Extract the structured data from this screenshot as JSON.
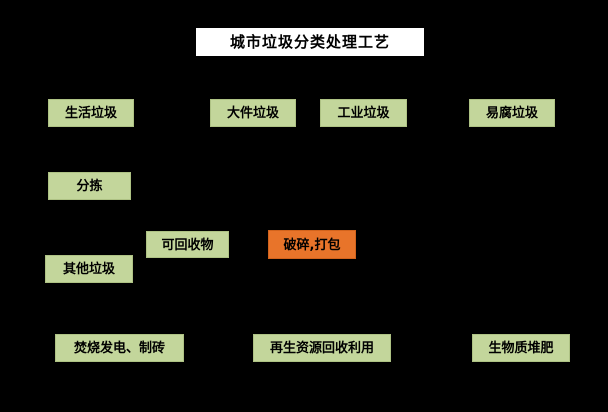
{
  "title": "城市垃圾分类处理工艺",
  "colors": {
    "background": "#000000",
    "title_background": "#ffffff",
    "node_green": "#c3d69b",
    "node_orange": "#e8742a",
    "text": "#000000"
  },
  "nodes": [
    {
      "label": "生活垃圾"
    },
    {
      "label": "大件垃圾"
    },
    {
      "label": "工业垃圾"
    },
    {
      "label": "易腐垃圾"
    },
    {
      "label": "分拣"
    },
    {
      "label": "可回收物"
    },
    {
      "label": "破碎,打包"
    },
    {
      "label": "其他垃圾"
    },
    {
      "label": "焚烧发电、制砖"
    },
    {
      "label": "再生资源回收利用"
    },
    {
      "label": "生物质堆肥"
    }
  ]
}
